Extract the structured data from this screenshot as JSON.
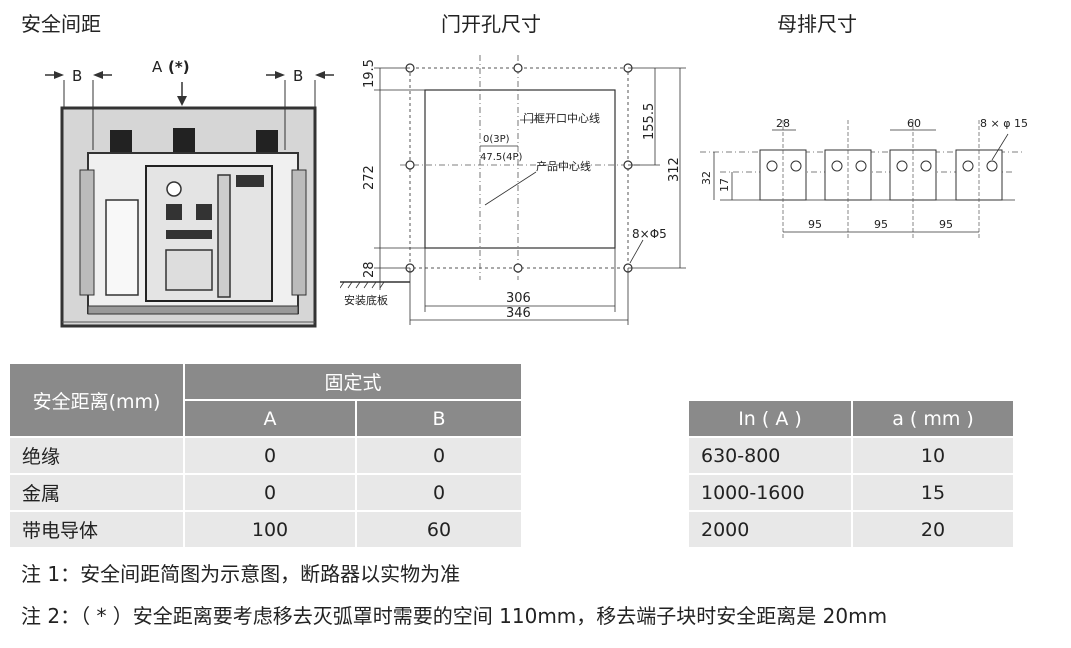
{
  "titles": {
    "safety": "安全间距",
    "door": "门开孔尺寸",
    "busbar": "母排尺寸"
  },
  "safety_diagram": {
    "label_a": "A",
    "label_a_star": "(*)",
    "label_b": "B"
  },
  "door_diagram": {
    "dim_19_5": "19.5",
    "dim_272": "272",
    "dim_28": "28",
    "dim_155_5": "155.5",
    "dim_312": "312",
    "dim_306": "306",
    "dim_346": "346",
    "dim_0_3p": "0(3P)",
    "dim_47_5_4p": "47.5(4P)",
    "label_door_center": "门框开口中心线",
    "label_product_center": "产品中心线",
    "label_holes": "8×Φ5",
    "label_base": "安装底板"
  },
  "busbar_diagram": {
    "dim_28": "28",
    "dim_60": "60",
    "dim_holes": "8 × φ 15",
    "dim_32": "32",
    "dim_17": "17",
    "dim_95a": "95",
    "dim_95b": "95",
    "dim_95c": "95"
  },
  "safety_table": {
    "header_main": "安全距离(mm)",
    "header_group": "固定式",
    "header_a": "A",
    "header_b": "B",
    "rows": [
      {
        "name": "绝缘",
        "a": "0",
        "b": "0"
      },
      {
        "name": "金属",
        "a": "0",
        "b": "0"
      },
      {
        "name": "带电导体",
        "a": "100",
        "b": "60"
      }
    ]
  },
  "current_table": {
    "header_in": "In ( A )",
    "header_a": "a ( mm )",
    "rows": [
      {
        "in": "630-800",
        "a": "10"
      },
      {
        "in": "1000-1600",
        "a": "15"
      },
      {
        "in": "2000",
        "a": "20"
      }
    ]
  },
  "notes": {
    "note1": "注 1：安全间距简图为示意图，断路器以实物为准",
    "note2": "注 2：（ * ）安全距离要考虑移去灭弧罩时需要的空间 110mm，移去端子块时安全距离是 20mm"
  }
}
